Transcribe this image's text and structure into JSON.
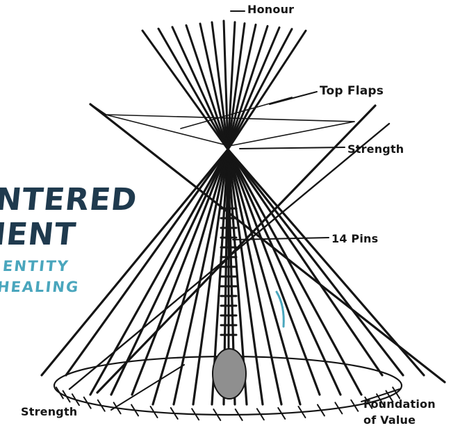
{
  "diagram": {
    "labels": {
      "honour": "Honour",
      "top_flaps": "Top Flaps",
      "strength_top": "Strength",
      "pins": "14 Pins",
      "strength_bottom": "Strength",
      "foundation_line1": "Foundation",
      "foundation_line2": "of Value"
    }
  },
  "overlay_text": {
    "line1": "NTERED",
    "line2": "IENT",
    "line3": "ENTITY",
    "line4": "HEALING"
  },
  "colors": {
    "ink": "#151515",
    "overlay_dark": "#1f3a4e",
    "overlay_teal": "#4aa6bd"
  }
}
